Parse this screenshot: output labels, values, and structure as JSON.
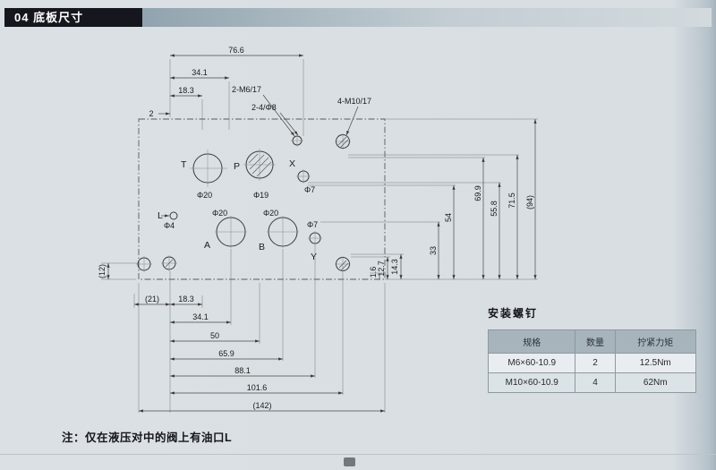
{
  "header": {
    "title": "04 底板尺寸"
  },
  "note": "注：仅在液压对中的阀上有油口L",
  "drawing": {
    "callouts": {
      "m6": "2-M6/17",
      "phi8": "2-4/Φ8",
      "m10": "4-M10/17"
    },
    "top_dims": {
      "d76_6": "76.6",
      "d34_1": "34.1",
      "d18_3": "18.3",
      "d2": "2"
    },
    "right_dims": {
      "d12_7": "12.7",
      "d14_3": "14.3",
      "d1_6": "1.6",
      "d33": "33",
      "d54": "54",
      "d69_9": "69.9",
      "d55_8": "55.8",
      "d71_5": "71.5",
      "d94": "(94)"
    },
    "left_dims": {
      "d12": "(12)"
    },
    "bottom_dims": {
      "d21": "(21)",
      "d18_3": "18.3",
      "d34_1": "34.1",
      "d50": "50",
      "d65_9": "65.9",
      "d88_1": "88.1",
      "d101_6": "101.6",
      "d142": "(142)"
    },
    "ports": {
      "t": {
        "label": "T",
        "dia": "Φ20"
      },
      "p": {
        "label": "P",
        "dia": "Φ19"
      },
      "x": {
        "label": "X",
        "dia": "Φ7"
      },
      "l": {
        "label": "L",
        "dia": "Φ4"
      },
      "a": {
        "label": "A",
        "dia": "Φ20"
      },
      "b": {
        "label": "B",
        "dia": "Φ20"
      },
      "y": {
        "label": "Y",
        "dia": "Φ7"
      }
    }
  },
  "screw_table": {
    "title": "安装螺钉",
    "headers": [
      "规格",
      "数量",
      "拧紧力矩"
    ],
    "rows": [
      {
        "spec": "M6×60-10.9",
        "qty": "2",
        "torque": "12.5Nm"
      },
      {
        "spec": "M10×60-10.9",
        "qty": "4",
        "torque": "62Nm"
      }
    ]
  }
}
